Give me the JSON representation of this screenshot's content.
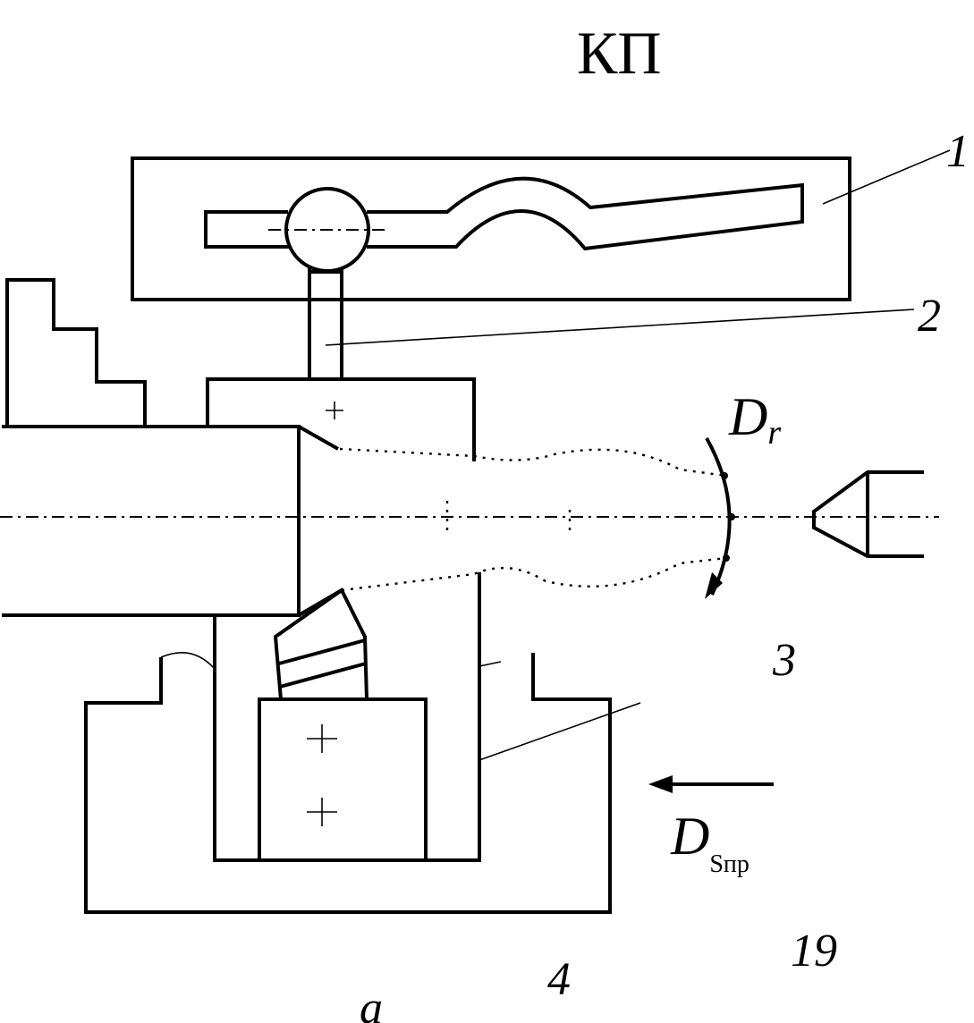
{
  "title": "КП",
  "labels": {
    "part_1": "1",
    "part_2": "2",
    "part_3": "3",
    "part_4": "4",
    "rotation": "D",
    "rotation_sub": "r",
    "feed": "D",
    "feed_sub": "Sпр",
    "page_number": "19",
    "caption": "a"
  }
}
